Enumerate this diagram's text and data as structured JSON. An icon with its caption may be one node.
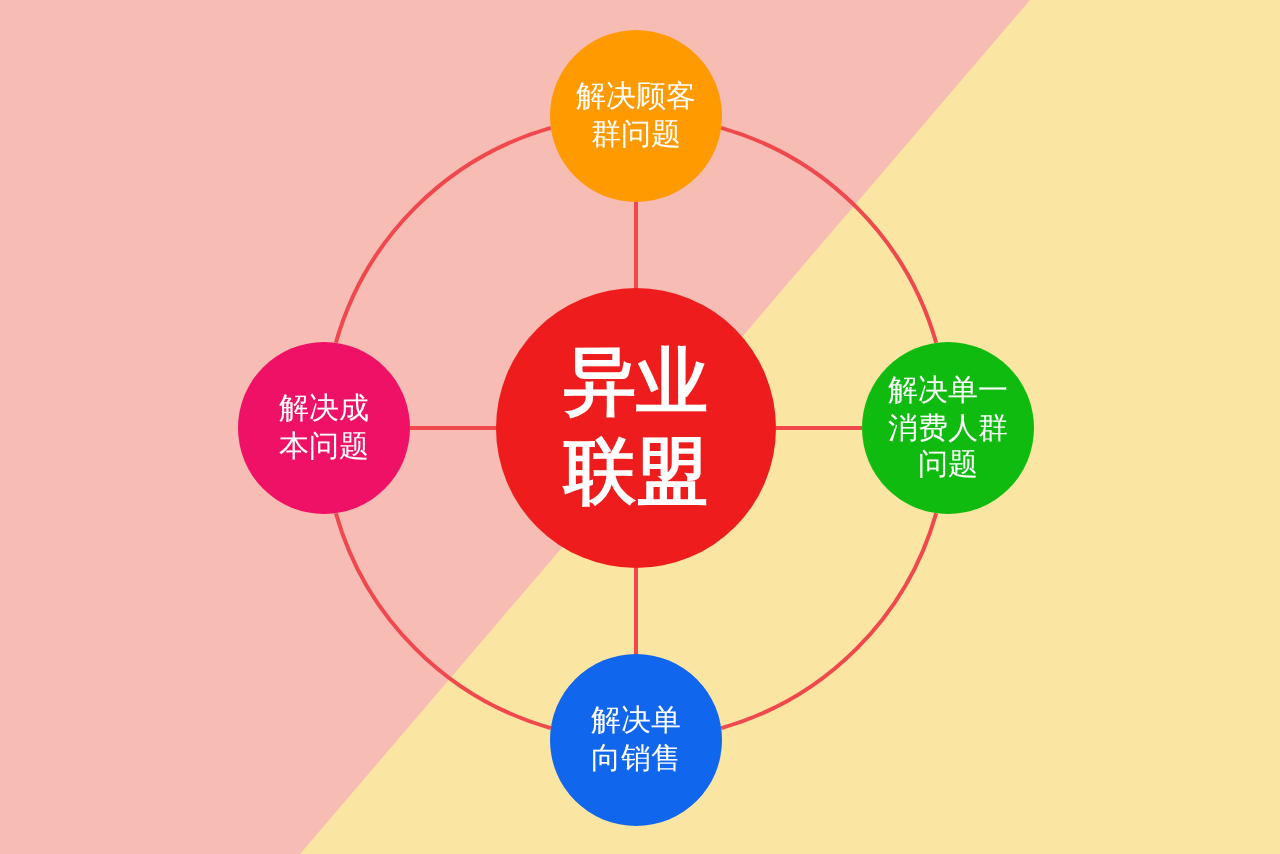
{
  "diagram": {
    "nodes": [
      {
        "text": [
          "解决顾客群问题"
        ]
      },
      {
        "text": [
          "解决成本问题"
        ]
      },
      {
        "text": [
          "异业联盟"
        ]
      },
      {
        "text": [
          "解决单一消费人群问题"
        ]
      },
      {
        "text": [
          "解决单向销售"
        ]
      }
    ],
    "edges": [
      {
        "from": 2,
        "to": 0,
        "arrow": "none"
      },
      {
        "from": 2,
        "to": 1,
        "arrow": "none"
      },
      {
        "from": 2,
        "to": 3,
        "arrow": "none"
      },
      {
        "from": 2,
        "to": 4,
        "arrow": "none"
      },
      {
        "from": 0,
        "to": 3,
        "arrow": "none"
      },
      {
        "from": 3,
        "to": 4,
        "arrow": "none"
      },
      {
        "from": 4,
        "to": 1,
        "arrow": "none"
      },
      {
        "from": 1,
        "to": 0,
        "arrow": "none"
      }
    ]
  }
}
